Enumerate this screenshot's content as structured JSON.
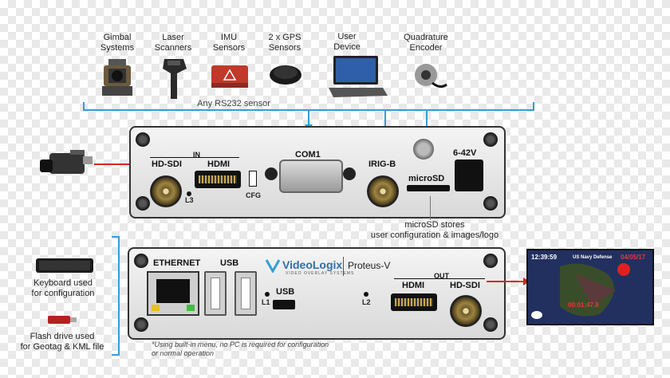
{
  "sensors": [
    {
      "label": "Gimbal\nSystems",
      "icon": "gimbal-icon"
    },
    {
      "label": "Laser\nScanners",
      "icon": "laser-scanner-icon"
    },
    {
      "label": "IMU\nSensors",
      "icon": "imu-icon"
    },
    {
      "label": "2 x GPS\nSensors",
      "icon": "gps-icon"
    },
    {
      "label": "User\nDevice",
      "icon": "laptop-icon"
    },
    {
      "label": "Quadrature\nEncoder",
      "icon": "encoder-icon"
    }
  ],
  "rs232_label": "Any RS232 sensor",
  "front_panel": {
    "in_label": "IN",
    "hdsdi_label": "HD-SDI",
    "hdmi_label": "HDMI",
    "l3_label": "L3",
    "cfg_label": "CFG",
    "com1_label": "COM1",
    "irigb_label": "IRIG-B",
    "microsd_label": "microSD",
    "power_label": "6-42V"
  },
  "microsd_note": "microSD stores\nuser configuration & images/logo",
  "rear_panel": {
    "ethernet_label": "ETHERNET",
    "usb_label": "USB",
    "usb_mini_label": "USB",
    "l1_label": "L1",
    "l2_label": "L2",
    "brand": "VideoLogix",
    "brand_sub": "VIDEO OVERLAY SYSTEMS",
    "product": "Proteus-V",
    "out_label": "OUT",
    "hdmi_label": "HDMI",
    "hdsdi_label": "HD-SDI"
  },
  "keyboard_label": "Keyboard used\nfor configuration",
  "flash_label": "Flash drive used\nfor Geotag & KML file",
  "footnote": "*Using built-in menu, no PC is required for configuration\nor normal operation",
  "screen": {
    "title": "US Navy Defense",
    "time": "12:39:59",
    "date": "04/05/17",
    "counter": "00:01:47.8"
  },
  "colors": {
    "blue": "#2f9fd8",
    "red": "#e02020"
  }
}
